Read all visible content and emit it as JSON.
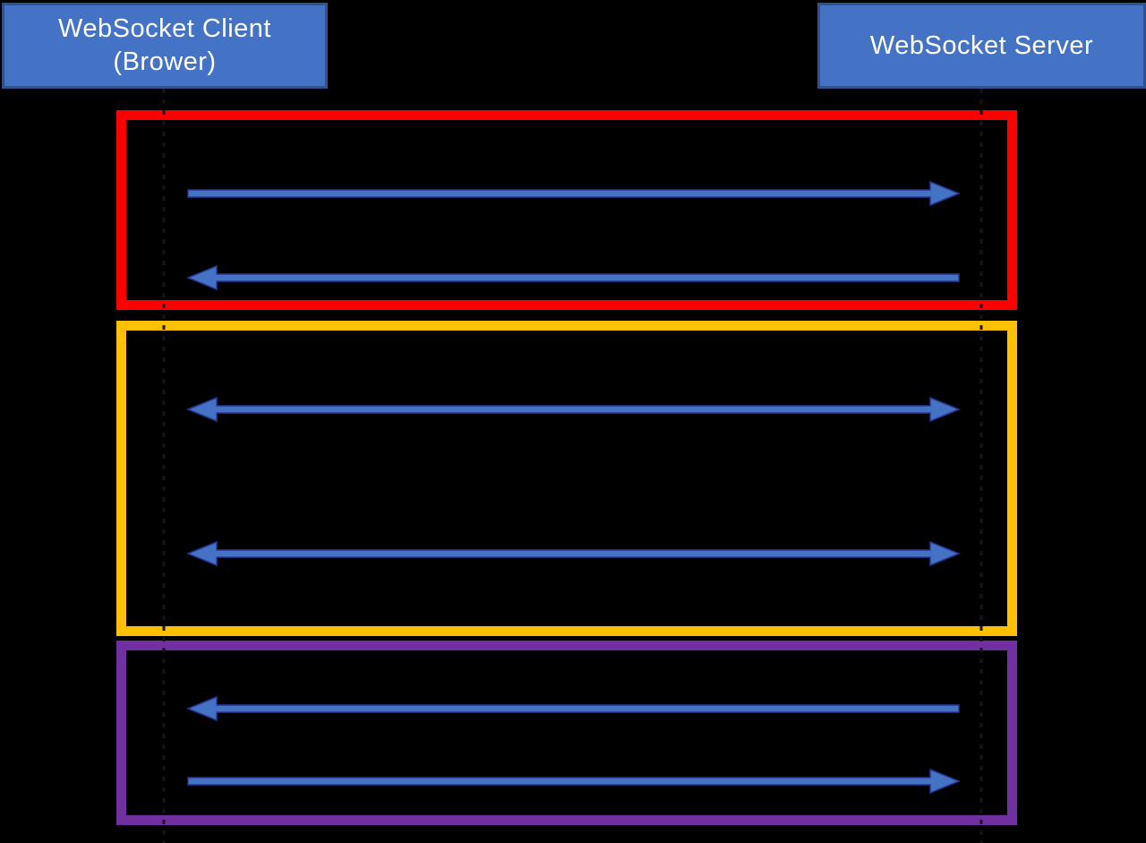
{
  "background_color": "#000000",
  "actors": {
    "client": {
      "line1": "WebSocket Client",
      "line2": "(Brower)",
      "fill": "#4472C4",
      "border": "#2F528F",
      "text_color": "#FFFFFF"
    },
    "server": {
      "label": "WebSocket Server",
      "fill": "#4472C4",
      "border": "#2F528F",
      "text_color": "#FFFFFF"
    }
  },
  "lifelines": {
    "style": "dashed",
    "color": "#161616"
  },
  "arrow_style": {
    "fill": "#4472C4",
    "outline": "#2A3795"
  },
  "phases": [
    {
      "name": "red-phase-box",
      "border_color": "#FF0000",
      "arrows": [
        {
          "from": "client",
          "to": "server",
          "direction": "right"
        },
        {
          "from": "server",
          "to": "client",
          "direction": "left"
        }
      ]
    },
    {
      "name": "yellow-phase-box",
      "border_color": "#FFC000",
      "arrows": [
        {
          "from": "client",
          "to": "server",
          "direction": "both"
        },
        {
          "from": "client",
          "to": "server",
          "direction": "both"
        }
      ]
    },
    {
      "name": "purple-phase-box",
      "border_color": "#7030A0",
      "arrows": [
        {
          "from": "server",
          "to": "client",
          "direction": "left"
        },
        {
          "from": "client",
          "to": "server",
          "direction": "right"
        }
      ]
    }
  ]
}
